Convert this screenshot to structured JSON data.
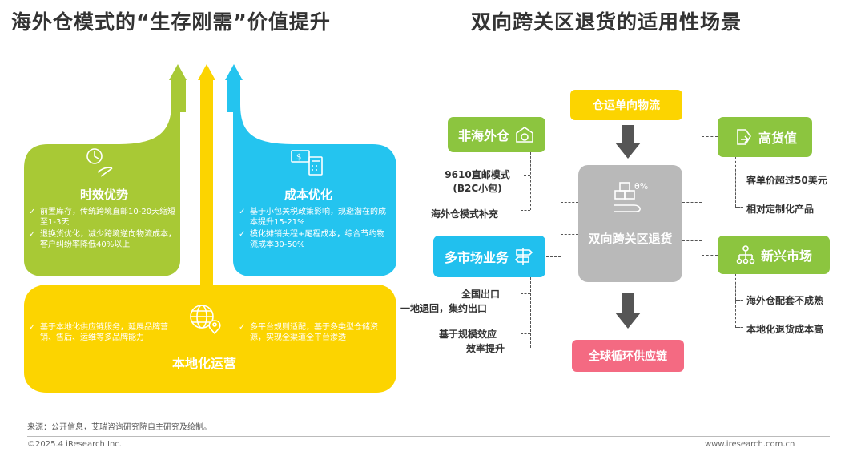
{
  "left": {
    "title": "海外仓模式的“生存刚需”价值提升",
    "time_block": {
      "title": "时效优势",
      "items": [
        "前置库存，传统跨境直邮10-20天缩短至1-3天",
        "退换货优化，减少跨境逆向物流成本，客户纠纷率降低40%以上"
      ]
    },
    "cost_block": {
      "title": "成本优化",
      "items": [
        "基于小包关税政策影响，规避潜在的成本提升15-21%",
        "模化摊销头程+尾程成本，综合节约物流成本30-50%"
      ]
    },
    "local_block": {
      "title": "本地化运营",
      "left_items": [
        "基于本地化供应链服务，延展品牌营销、售后、运维等多品牌能力"
      ],
      "right_items": [
        "多平台规则适配，基于多类型仓储资源，实现全渠道全平台渗透"
      ]
    },
    "colors": {
      "green": "#a8c935",
      "blue": "#24c4ef",
      "yellow": "#fcd400"
    }
  },
  "right": {
    "title": "双向跨关区退货的适用性场景",
    "top_pill": "仓运单向物流",
    "bottom_pill": "全球循环供应链",
    "center": "双向跨关区退货",
    "non_overseas": {
      "label": "非海外仓",
      "notes": [
        "9610直邮模式 (B2C小包)",
        "海外仓模式补充"
      ]
    },
    "multi_market": {
      "label": "多市场业务",
      "notes": [
        "全国出口",
        "一地退回，集约出口",
        "基于规模效应",
        "效率提升"
      ]
    },
    "high_value": {
      "label": "高货值",
      "notes": [
        "客单价超过50美元",
        "相对定制化产品"
      ]
    },
    "emerging": {
      "label": "新兴市场",
      "notes": [
        "海外仓配套不成熟",
        "本地化退货成本高"
      ]
    },
    "colors": {
      "green": "#8cc53f",
      "blue": "#21c0ee",
      "yellow": "#fcd400",
      "pink": "#f46a82",
      "gray": "#b9b9b9"
    }
  },
  "footer": {
    "source": "来源：公开信息，艾瑞咨询研究院自主研究及绘制。",
    "copyright": "©2025.4 iResearch Inc.",
    "website": "www.iresearch.com.cn"
  }
}
